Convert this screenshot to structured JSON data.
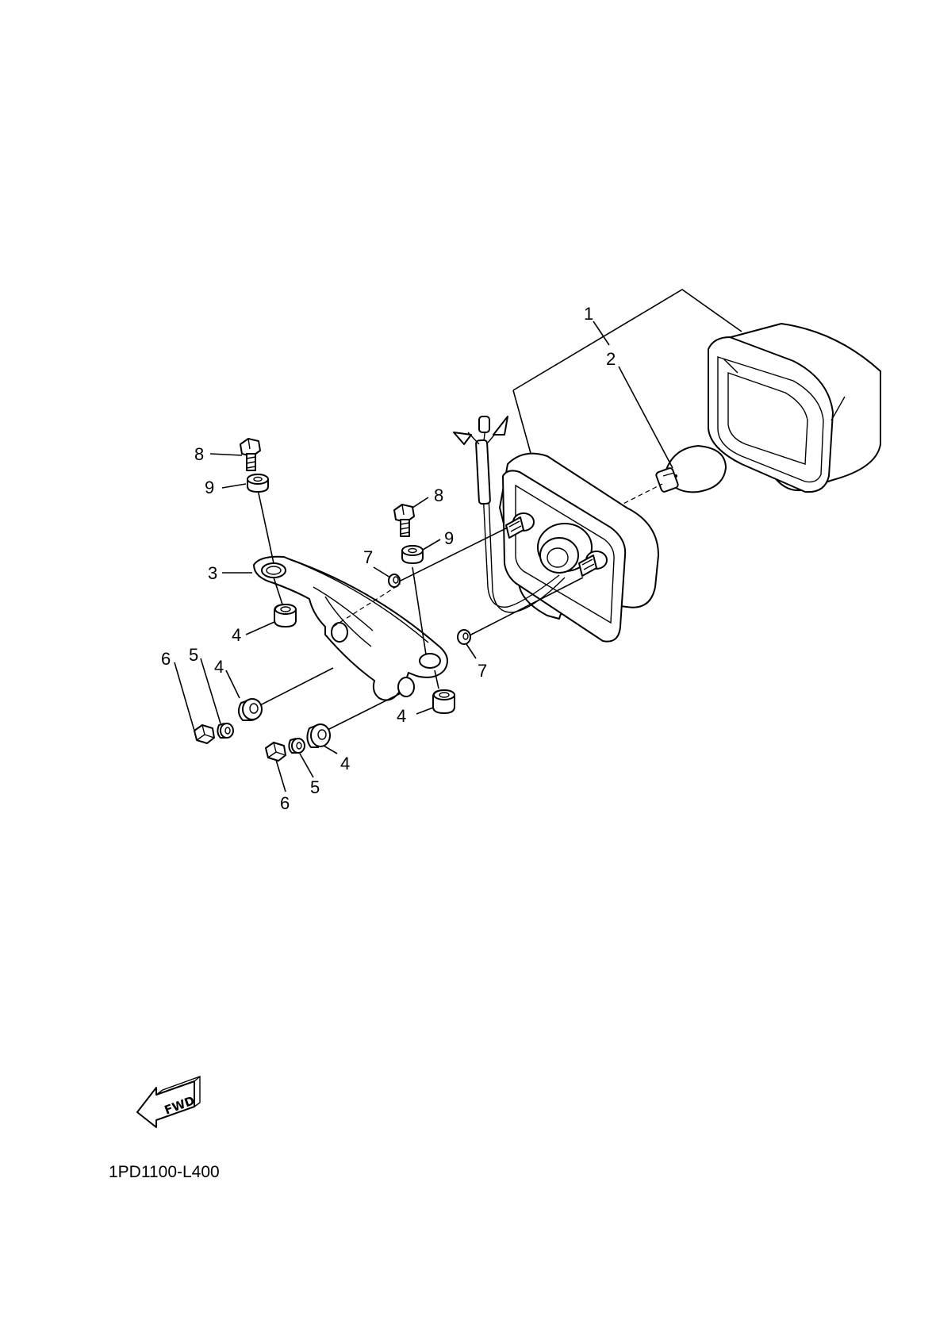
{
  "callouts": {
    "c1": "1",
    "c2": "2",
    "c3": "3",
    "c4a": "4",
    "c4b": "4",
    "c4c": "4",
    "c4d": "4",
    "c5a": "5",
    "c5b": "5",
    "c6a": "6",
    "c6b": "6",
    "c7a": "7",
    "c7b": "7",
    "c8a": "8",
    "c8b": "8",
    "c9a": "9",
    "c9b": "9"
  },
  "fwd_label": "FWD",
  "diagram_code": "1PD1100-L400"
}
